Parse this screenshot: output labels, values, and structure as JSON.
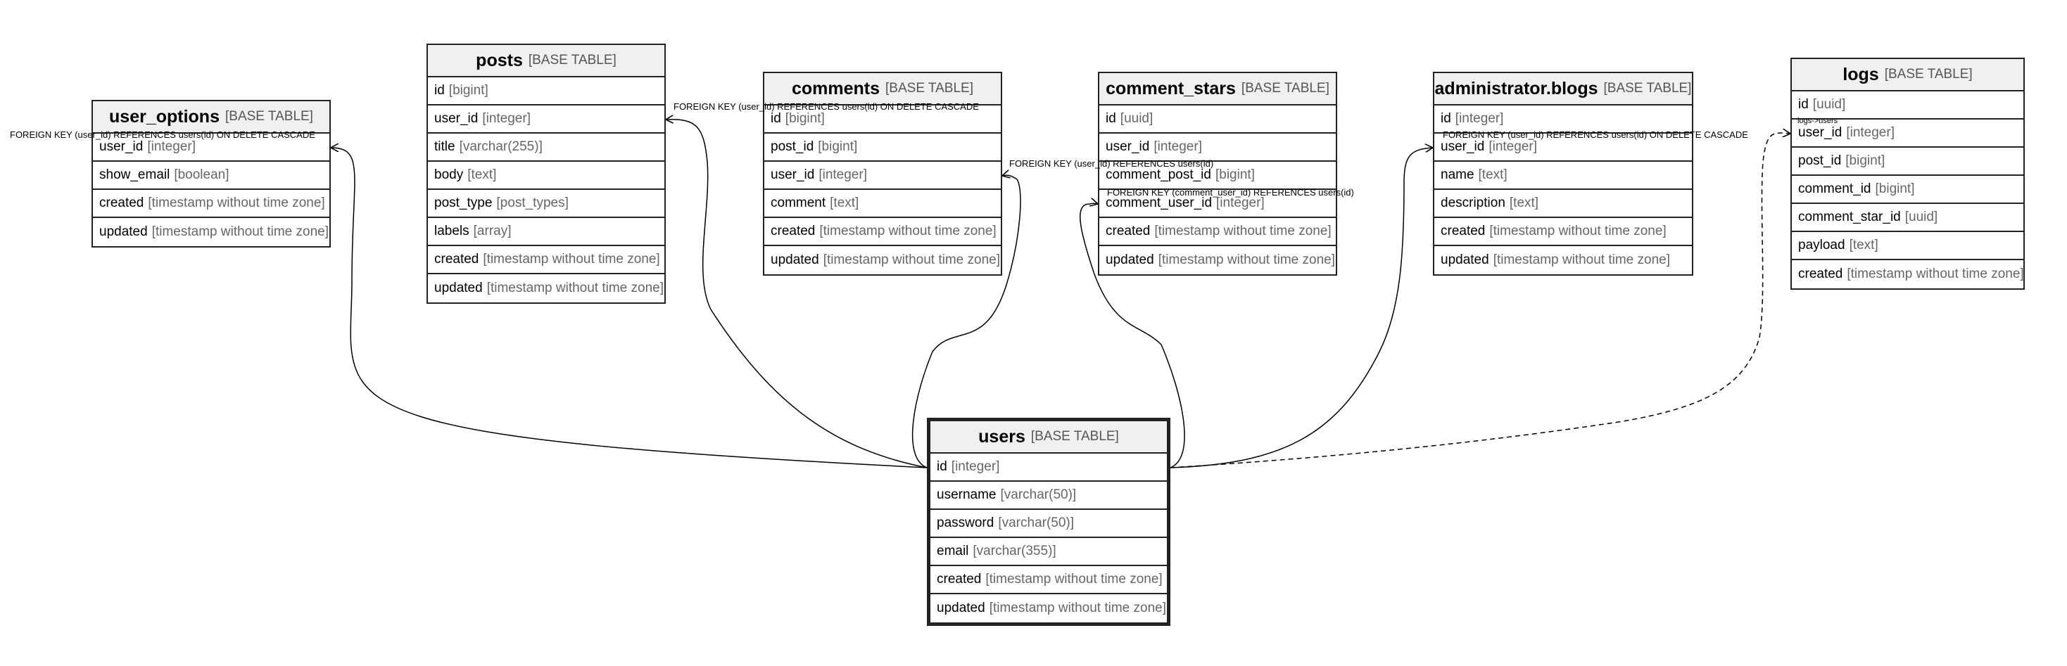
{
  "tables": {
    "user_options": {
      "name": "user_options",
      "type": "[BASE TABLE]",
      "columns": [
        {
          "name": "user_id",
          "type": "[integer]"
        },
        {
          "name": "show_email",
          "type": "[boolean]"
        },
        {
          "name": "created",
          "type": "[timestamp without time zone]"
        },
        {
          "name": "updated",
          "type": "[timestamp without time zone]"
        }
      ]
    },
    "posts": {
      "name": "posts",
      "type": "[BASE TABLE]",
      "columns": [
        {
          "name": "id",
          "type": "[bigint]"
        },
        {
          "name": "user_id",
          "type": "[integer]"
        },
        {
          "name": "title",
          "type": "[varchar(255)]"
        },
        {
          "name": "body",
          "type": "[text]"
        },
        {
          "name": "post_type",
          "type": "[post_types]"
        },
        {
          "name": "labels",
          "type": "[array]"
        },
        {
          "name": "created",
          "type": "[timestamp without time zone]"
        },
        {
          "name": "updated",
          "type": "[timestamp without time zone]"
        }
      ]
    },
    "comments": {
      "name": "comments",
      "type": "[BASE TABLE]",
      "columns": [
        {
          "name": "id",
          "type": "[bigint]"
        },
        {
          "name": "post_id",
          "type": "[bigint]"
        },
        {
          "name": "user_id",
          "type": "[integer]"
        },
        {
          "name": "comment",
          "type": "[text]"
        },
        {
          "name": "created",
          "type": "[timestamp without time zone]"
        },
        {
          "name": "updated",
          "type": "[timestamp without time zone]"
        }
      ]
    },
    "comment_stars": {
      "name": "comment_stars",
      "type": "[BASE TABLE]",
      "columns": [
        {
          "name": "id",
          "type": "[uuid]"
        },
        {
          "name": "user_id",
          "type": "[integer]"
        },
        {
          "name": "comment_post_id",
          "type": "[bigint]"
        },
        {
          "name": "comment_user_id",
          "type": "[integer]"
        },
        {
          "name": "created",
          "type": "[timestamp without time zone]"
        },
        {
          "name": "updated",
          "type": "[timestamp without time zone]"
        }
      ]
    },
    "administrator_blogs": {
      "name": "administrator.blogs",
      "type": "[BASE TABLE]",
      "columns": [
        {
          "name": "id",
          "type": "[integer]"
        },
        {
          "name": "user_id",
          "type": "[integer]"
        },
        {
          "name": "name",
          "type": "[text]"
        },
        {
          "name": "description",
          "type": "[text]"
        },
        {
          "name": "created",
          "type": "[timestamp without time zone]"
        },
        {
          "name": "updated",
          "type": "[timestamp without time zone]"
        }
      ]
    },
    "logs": {
      "name": "logs",
      "type": "[BASE TABLE]",
      "columns": [
        {
          "name": "id",
          "type": "[uuid]"
        },
        {
          "name": "user_id",
          "type": "[integer]"
        },
        {
          "name": "post_id",
          "type": "[bigint]"
        },
        {
          "name": "comment_id",
          "type": "[bigint]"
        },
        {
          "name": "comment_star_id",
          "type": "[uuid]"
        },
        {
          "name": "payload",
          "type": "[text]"
        },
        {
          "name": "created",
          "type": "[timestamp without time zone]"
        }
      ]
    },
    "users": {
      "name": "users",
      "type": "[BASE TABLE]",
      "columns": [
        {
          "name": "id",
          "type": "[integer]"
        },
        {
          "name": "username",
          "type": "[varchar(50)]"
        },
        {
          "name": "password",
          "type": "[varchar(50)]"
        },
        {
          "name": "email",
          "type": "[varchar(355)]"
        },
        {
          "name": "created",
          "type": "[timestamp without time zone]"
        },
        {
          "name": "updated",
          "type": "[timestamp without time zone]"
        }
      ]
    }
  },
  "relations": [
    {
      "label": "FOREIGN KEY (user_id) REFERENCES users(id) ON DELETE CASCADE",
      "from_table": "user_options",
      "from_column": "user_id",
      "to_table": "users",
      "to_column": "id",
      "style": "solid"
    },
    {
      "label": "FOREIGN KEY (user_id) REFERENCES users(id) ON DELETE CASCADE",
      "from_table": "posts",
      "from_column": "user_id",
      "to_table": "users",
      "to_column": "id",
      "style": "solid"
    },
    {
      "label": "FOREIGN KEY (user_id) REFERENCES users(id)",
      "from_table": "comments",
      "from_column": "user_id",
      "to_table": "users",
      "to_column": "id",
      "style": "solid"
    },
    {
      "label": "FOREIGN KEY (comment_user_id) REFERENCES users(id)",
      "from_table": "comment_stars",
      "from_column": "comment_user_id",
      "to_table": "users",
      "to_column": "id",
      "style": "solid"
    },
    {
      "label": "FOREIGN KEY (user_id) REFERENCES users(id) ON DELETE CASCADE",
      "from_table": "administrator_blogs",
      "from_column": "user_id",
      "to_table": "users",
      "to_column": "id",
      "style": "solid"
    },
    {
      "label": "logs->users",
      "from_table": "logs",
      "from_column": "user_id",
      "to_table": "users",
      "to_column": "id",
      "style": "dashed"
    }
  ],
  "colors": {
    "border": "#222222",
    "header_bg": "#f0f0f0",
    "type_text": "#555555"
  }
}
